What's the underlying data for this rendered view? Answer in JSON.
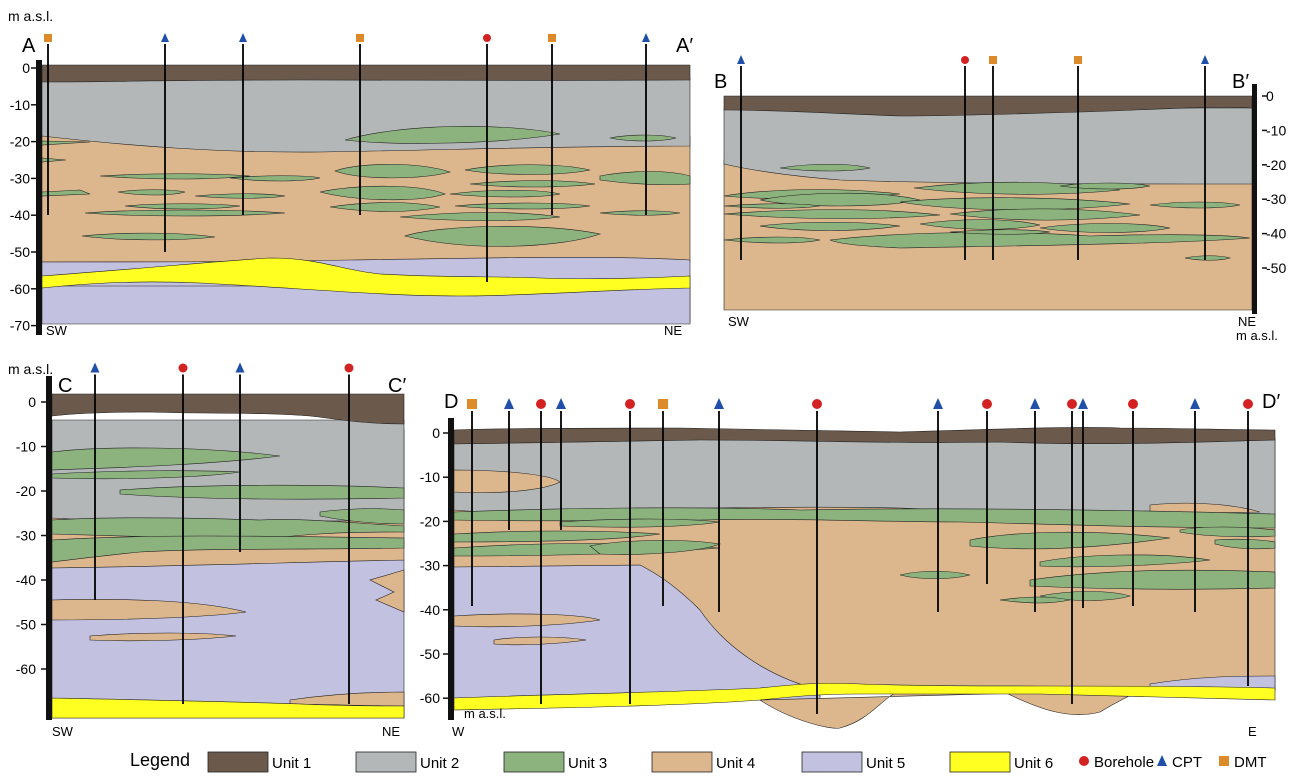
{
  "colors": {
    "unit1": "#6b5a4c",
    "unit2": "#b4b7b8",
    "unit3": "#8cb27e",
    "unit4": "#dcb68c",
    "unit5": "#c2c1e0",
    "unit6": "#ffff22",
    "borehole": "#d32222",
    "cpt": "#1f4fa8",
    "dmt": "#dc8a2a",
    "axis": "#111111"
  },
  "sections": {
    "a": {
      "label_left": "A",
      "label_right": "A′",
      "unit_label": "m a.s.l.",
      "dir_left": "SW",
      "dir_right": "NE",
      "ticks": [
        "0",
        "-10",
        "-20",
        "-30",
        "-40",
        "-50",
        "-60",
        "-70"
      ],
      "markers": [
        "dmt",
        "cpt",
        "cpt",
        "dmt",
        "borehole",
        "dmt",
        "cpt"
      ]
    },
    "b": {
      "label_left": "B",
      "label_right": "B′",
      "unit_label": "m a.s.l.",
      "dir_left": "SW",
      "dir_right": "NE",
      "ticks": [
        "0",
        "-10",
        "-20",
        "-30",
        "-40",
        "-50"
      ],
      "markers": [
        "cpt",
        "borehole",
        "dmt",
        "dmt",
        "cpt"
      ]
    },
    "c": {
      "label_left": "C",
      "label_right": "C′",
      "unit_label": "m a.s.l.",
      "dir_left": "SW",
      "dir_right": "NE",
      "ticks": [
        "0",
        "-10",
        "-20",
        "-30",
        "-40",
        "-50",
        "-60"
      ],
      "markers": [
        "cpt",
        "borehole",
        "cpt",
        "borehole"
      ]
    },
    "d": {
      "label_left": "D",
      "label_right": "D′",
      "unit_label": "m a.s.l.",
      "dir_left": "W",
      "dir_right": "E",
      "ticks": [
        "0",
        "-10",
        "-20",
        "-30",
        "-40",
        "-50",
        "-60"
      ],
      "markers": [
        "dmt",
        "cpt",
        "borehole",
        "cpt",
        "borehole",
        "dmt",
        "cpt",
        "borehole",
        "cpt",
        "borehole",
        "cpt",
        "borehole",
        "cpt",
        "borehole",
        "cpt",
        "borehole"
      ]
    }
  },
  "legend": {
    "title": "Legend",
    "units": [
      "Unit 1",
      "Unit 2",
      "Unit 3",
      "Unit 4",
      "Unit 5",
      "Unit 6"
    ],
    "symbols": [
      {
        "label": "Borehole",
        "type": "borehole"
      },
      {
        "label": "CPT",
        "type": "cpt"
      },
      {
        "label": "DMT",
        "type": "dmt"
      }
    ]
  }
}
